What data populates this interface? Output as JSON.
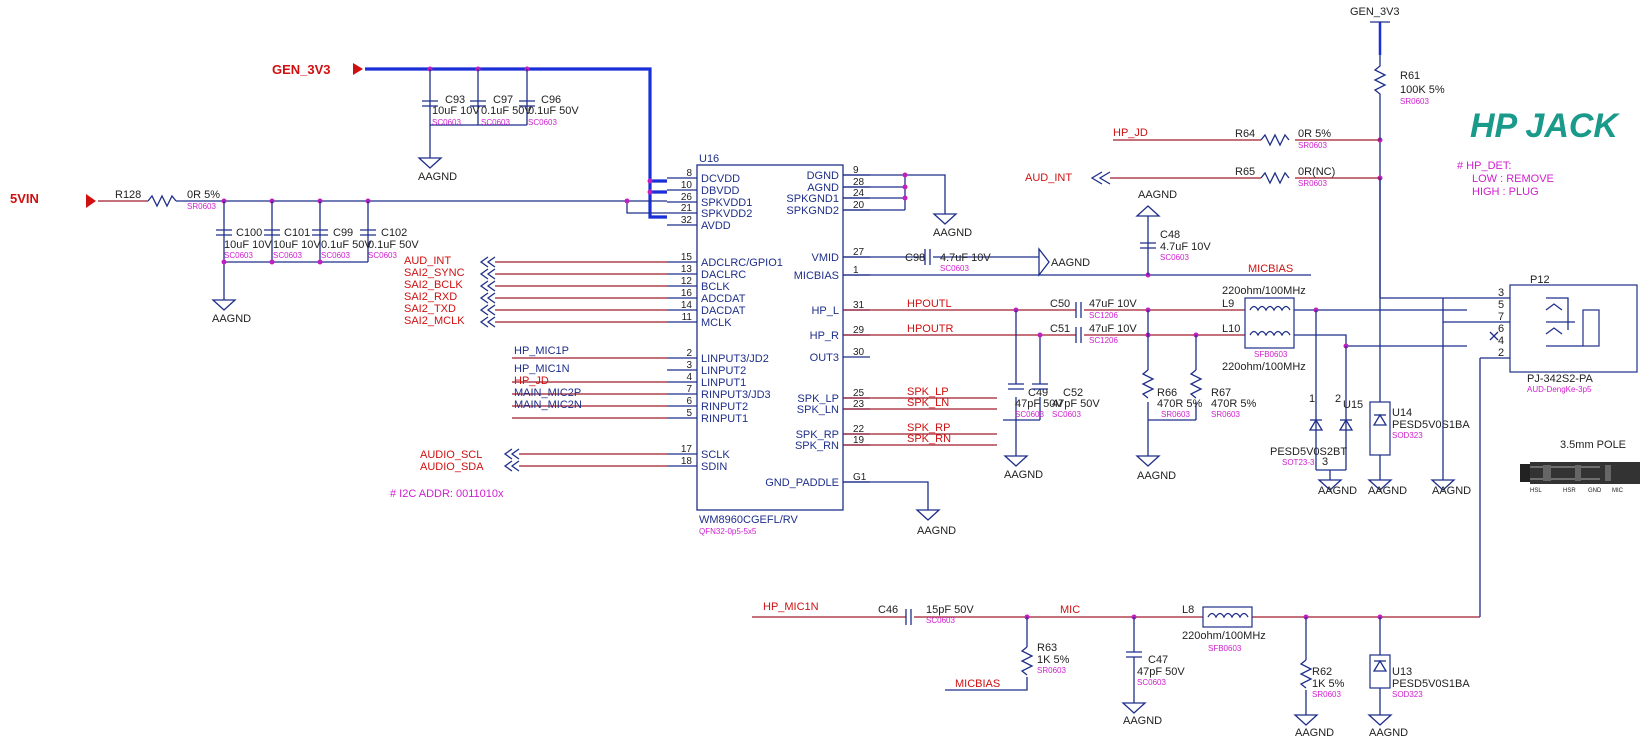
{
  "title": "HP JACK",
  "hp_det": {
    "header": "# HP_DET:",
    "low": "LOW : REMOVE",
    "high": "HIGH : PLUG"
  },
  "i2c_note": "# I2C ADDR:  0011010x",
  "jack": {
    "label": "3.5mm  POLE",
    "pins": [
      "HSL",
      "HSR",
      "GND",
      "MIC"
    ]
  },
  "nets": {
    "gen3v3_left": "GEN_3V3",
    "gen3v3_top": "GEN_3V3",
    "vin5": "5VIN",
    "aud_int_out": "AUD_INT",
    "hp_jd_top": "HP_JD",
    "micbias_top": "MICBIAS",
    "hpoutl": "HPOUTL",
    "hpoutr": "HPOUTR",
    "spk_lp": "SPK_LP",
    "spk_ln": "SPK_LN",
    "spk_rp": "SPK_RP",
    "spk_rn": "SPK_RN",
    "hp_mic1n_bot": "HP_MIC1N",
    "mic": "MIC",
    "micbias_bot": "MICBIAS"
  },
  "left_nets": [
    "AUD_INT",
    "SAI2_SYNC",
    "SAI2_BCLK",
    "SAI2_RXD",
    "SAI2_TXD",
    "SAI2_MCLK"
  ],
  "mic_nets": [
    "HP_MIC1P",
    "HP_MIC1N",
    "HP_JD",
    "MAIN_MIC2P",
    "MAIN_MIC2N"
  ],
  "i2c_nets": [
    "AUDIO_SCL",
    "AUDIO_SDA"
  ],
  "ground": "AAGND",
  "u16": {
    "ref": "U16",
    "part": "WM8960CGEFL/RV",
    "pkg": "QFN32-0p5-5x5",
    "left_pins": [
      {
        "num": "8",
        "name": "DCVDD"
      },
      {
        "num": "10",
        "name": "DBVDD"
      },
      {
        "num": "26",
        "name": "SPKVDD1"
      },
      {
        "num": "21",
        "name": "SPKVDD2"
      },
      {
        "num": "32",
        "name": "AVDD"
      },
      {
        "num": "15",
        "name": "ADCLRC/GPIO1"
      },
      {
        "num": "13",
        "name": "DACLRC"
      },
      {
        "num": "12",
        "name": "BCLK"
      },
      {
        "num": "16",
        "name": "ADCDAT"
      },
      {
        "num": "14",
        "name": "DACDAT"
      },
      {
        "num": "11",
        "name": "MCLK"
      },
      {
        "num": "2",
        "name": "LINPUT3/JD2"
      },
      {
        "num": "3",
        "name": "LINPUT2"
      },
      {
        "num": "4",
        "name": "LINPUT1"
      },
      {
        "num": "7",
        "name": "RINPUT3/JD3"
      },
      {
        "num": "6",
        "name": "RINPUT2"
      },
      {
        "num": "5",
        "name": "RINPUT1"
      },
      {
        "num": "17",
        "name": "SCLK"
      },
      {
        "num": "18",
        "name": "SDIN"
      }
    ],
    "right_pins": [
      {
        "num": "9",
        "name": "DGND"
      },
      {
        "num": "28",
        "name": "AGND"
      },
      {
        "num": "24",
        "name": "SPKGND1"
      },
      {
        "num": "20",
        "name": "SPKGND2"
      },
      {
        "num": "27",
        "name": "VMID"
      },
      {
        "num": "1",
        "name": "MICBIAS"
      },
      {
        "num": "31",
        "name": "HP_L"
      },
      {
        "num": "29",
        "name": "HP_R"
      },
      {
        "num": "30",
        "name": "OUT3"
      },
      {
        "num": "25",
        "name": "SPK_LP"
      },
      {
        "num": "23",
        "name": "SPK_LN"
      },
      {
        "num": "22",
        "name": "SPK_RP"
      },
      {
        "num": "19",
        "name": "SPK_RN"
      },
      {
        "num": "G1",
        "name": "GND_PADDLE"
      }
    ]
  },
  "caps": {
    "C93": {
      "ref": "C93",
      "val": "10uF 10V",
      "pkg": "SC0603"
    },
    "C97": {
      "ref": "C97",
      "val": "0.1uF 50V",
      "pkg": "SC0603"
    },
    "C96": {
      "ref": "C96",
      "val": "0.1uF 50V",
      "pkg": "SC0603"
    },
    "C100": {
      "ref": "C100",
      "val": "10uF 10V",
      "pkg": "SC0603"
    },
    "C101": {
      "ref": "C101",
      "val": "10uF 10V",
      "pkg": "SC0603"
    },
    "C99": {
      "ref": "C99",
      "val": "0.1uF 50V",
      "pkg": "SC0603"
    },
    "C102": {
      "ref": "C102",
      "val": "0.1uF 50V",
      "pkg": "SC0603"
    },
    "C98": {
      "ref": "C98",
      "val": "4.7uF 10V",
      "pkg": "SC0603"
    },
    "C48": {
      "ref": "C48",
      "val": "4.7uF 10V",
      "pkg": "SC0603"
    },
    "C50": {
      "ref": "C50",
      "val": "47uF 10V",
      "pkg": "SC1206"
    },
    "C51": {
      "ref": "C51",
      "val": "47uF 10V",
      "pkg": "SC1206"
    },
    "C49": {
      "ref": "C49",
      "val": "47pF 50V",
      "pkg": "SC0603"
    },
    "C52": {
      "ref": "C52",
      "val": "47pF 50V",
      "pkg": "SC0603"
    },
    "C46": {
      "ref": "C46",
      "val": "15pF 50V",
      "pkg": "SC0603"
    },
    "C47": {
      "ref": "C47",
      "val": "47pF 50V",
      "pkg": "SC0603"
    }
  },
  "resistors": {
    "R128": {
      "ref": "R128",
      "val": "0R 5%",
      "pkg": "SR0603"
    },
    "R61": {
      "ref": "R61",
      "val": "100K 5%",
      "pkg": "SR0603"
    },
    "R64": {
      "ref": "R64",
      "val": "0R 5%",
      "pkg": "SR0603"
    },
    "R65": {
      "ref": "R65",
      "val": "0R(NC)",
      "pkg": "SR0603"
    },
    "R66": {
      "ref": "R66",
      "val": "470R 5%",
      "pkg": "SR0603"
    },
    "R67": {
      "ref": "R67",
      "val": "470R 5%",
      "pkg": "SR0603"
    },
    "R63": {
      "ref": "R63",
      "val": "1K 5%",
      "pkg": "SR0603"
    },
    "R62": {
      "ref": "R62",
      "val": "1K 5%",
      "pkg": "SR0603"
    }
  },
  "ferrites": {
    "L9": {
      "ref": "L9",
      "val": "220ohm/100MHz",
      "pkg": "SFB0603"
    },
    "L10": {
      "ref": "L10",
      "val": "220ohm/100MHz",
      "pkg": "SFB0603"
    },
    "L8": {
      "ref": "L8",
      "val": "220ohm/100MHz",
      "pkg": "SFB0603"
    }
  },
  "diodes": {
    "U15": {
      "ref": "U15",
      "val": "PESD5V0S2BT",
      "pkg": "SOT23-3",
      "pin1": "1",
      "pin2": "2",
      "pin3": "3"
    },
    "U14": {
      "ref": "U14",
      "val": "PESD5V0S1BA",
      "pkg": "SOD323"
    },
    "U13": {
      "ref": "U13",
      "val": "PESD5V0S1BA",
      "pkg": "SOD323"
    }
  },
  "connector": {
    "ref": "P12",
    "part": "PJ-342S2-PA",
    "pkg": "AUD-DengKe-3p5",
    "pins": [
      "3",
      "5",
      "7",
      "6",
      "4",
      "2"
    ]
  }
}
